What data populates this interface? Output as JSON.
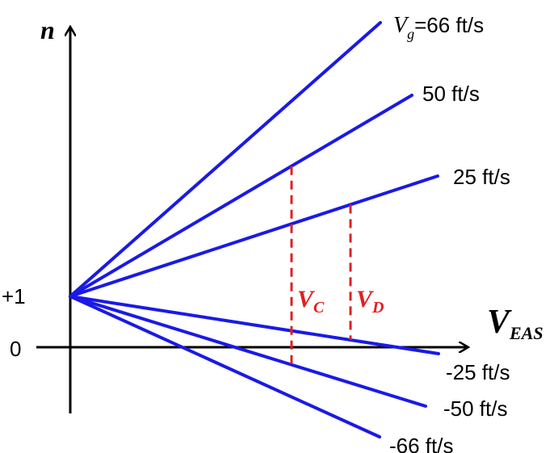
{
  "chart_data": {
    "type": "line",
    "title": "",
    "xlabel": "V",
    "xlabel_sub": "EAS",
    "ylabel": "n",
    "y_ticks": [
      {
        "label": "+1",
        "value": 1
      },
      {
        "label": "0",
        "value": 0
      }
    ],
    "origin_n": 1,
    "gust_lines": [
      {
        "label_prefix": "V",
        "label_sub": "g",
        "label_suffix": "=66 ft/s",
        "gust_fps": 66
      },
      {
        "label_prefix": "",
        "label_sub": "",
        "label_suffix": "50 ft/s",
        "gust_fps": 50
      },
      {
        "label_prefix": "",
        "label_sub": "",
        "label_suffix": "25 ft/s",
        "gust_fps": 25
      },
      {
        "label_prefix": "",
        "label_sub": "",
        "label_suffix": "-25 ft/s",
        "gust_fps": -25
      },
      {
        "label_prefix": "",
        "label_sub": "",
        "label_suffix": "-50 ft/s",
        "gust_fps": -50
      },
      {
        "label_prefix": "",
        "label_sub": "",
        "label_suffix": "-66 ft/s",
        "gust_fps": -66
      }
    ],
    "speed_markers": [
      {
        "main": "V",
        "sub": "C",
        "from_gust": 50,
        "to_gust": -50
      },
      {
        "main": "V",
        "sub": "D",
        "from_gust": 25,
        "to_gust": -25
      }
    ],
    "colors": {
      "gust_line": "#1a1ae6",
      "marker": "#e02020",
      "axis": "#000000"
    }
  }
}
